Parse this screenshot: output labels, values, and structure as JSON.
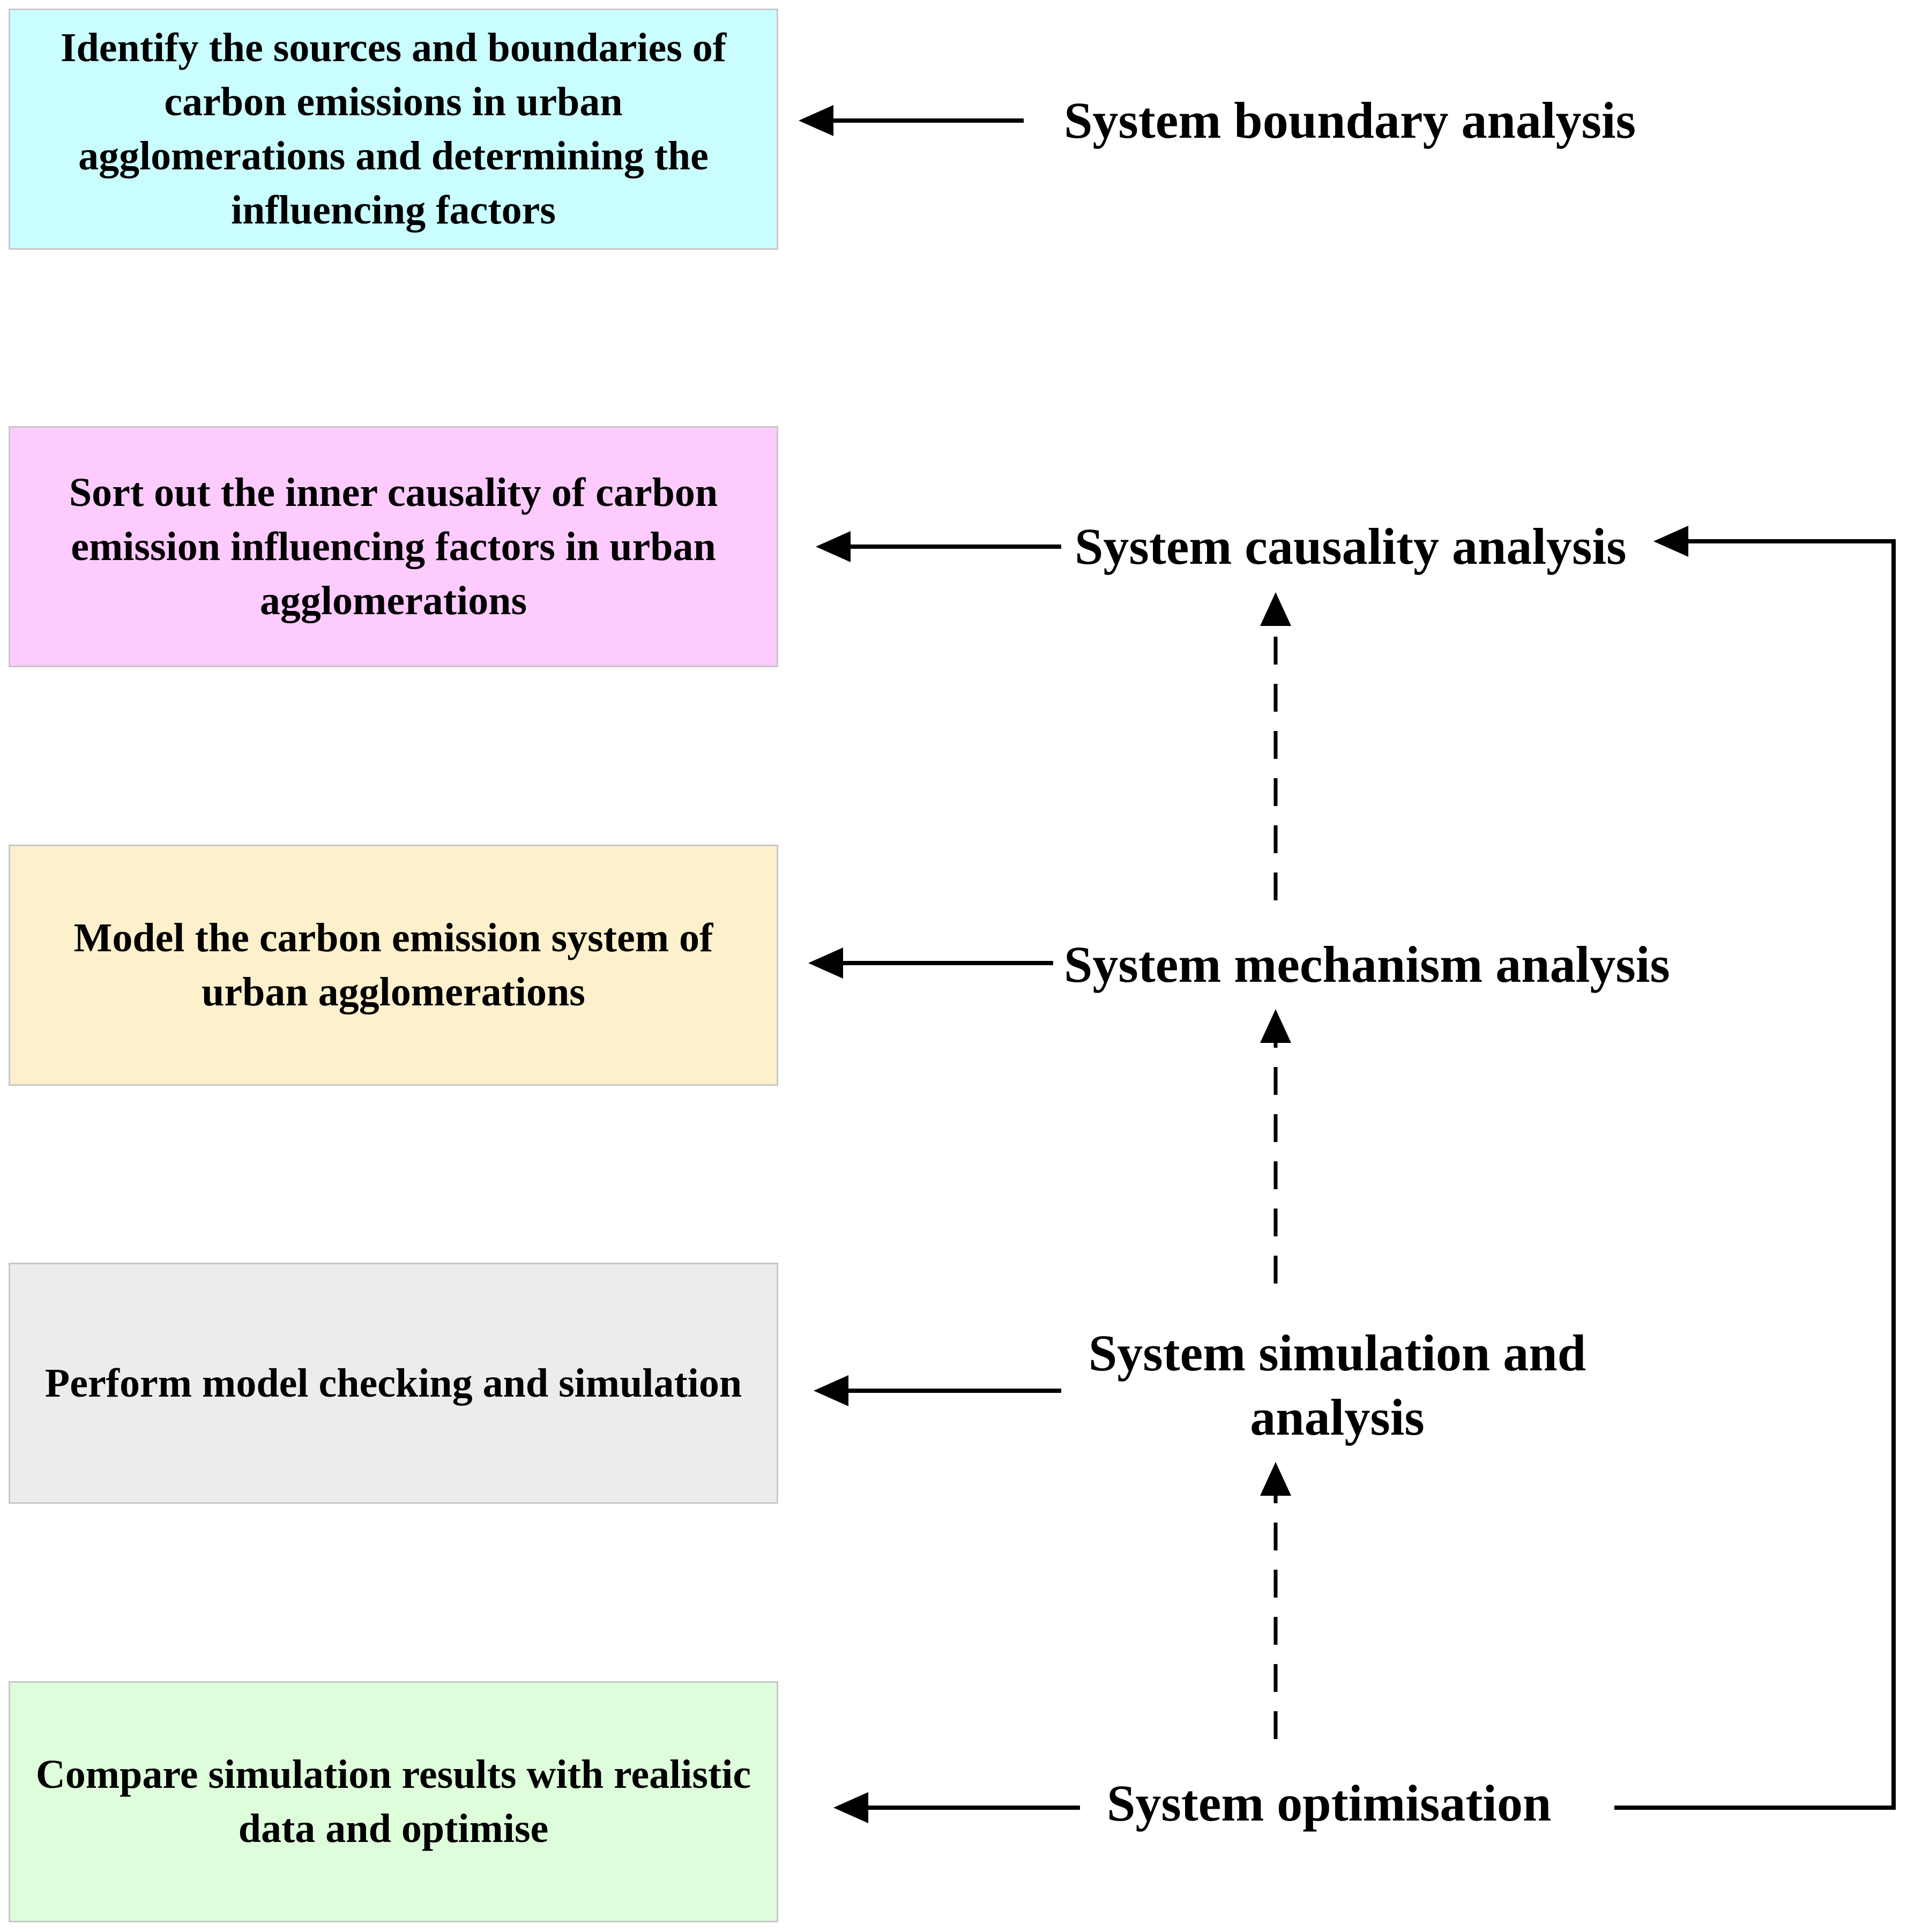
{
  "steps": [
    {
      "stage": "System boundary analysis",
      "task": "Identify the sources and boundaries of carbon emissions in urban agglomerations and determining the influencing factors",
      "color": "#c9fdfe"
    },
    {
      "stage": "System causality analysis",
      "task": "Sort out the inner causality of carbon emission influencing factors in urban agglomerations",
      "color": "#fdcbfd"
    },
    {
      "stage": "System mechanism analysis",
      "task": "Model the carbon emission system of urban agglomerations",
      "color": "#fdf0cd"
    },
    {
      "stage": "System simulation and analysis",
      "task": "Perform model checking and simulation",
      "color": "#ececec"
    },
    {
      "stage": "System optimisation",
      "task": "Compare simulation results with realistic data and optimise",
      "color": "#ddfddb"
    }
  ]
}
